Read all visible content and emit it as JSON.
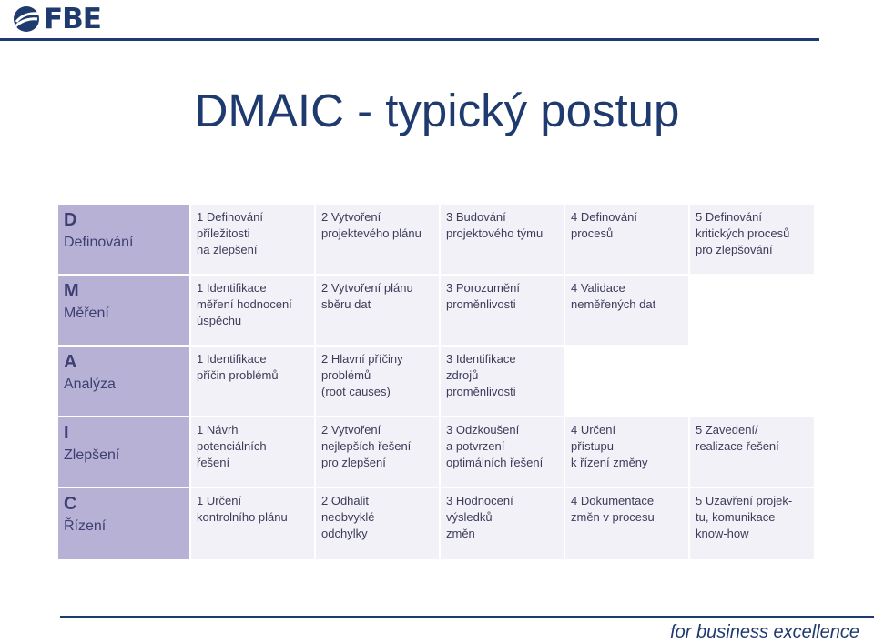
{
  "header": {
    "logo_text": "FBE",
    "logo_icon": "fbe-globe-icon"
  },
  "slide": {
    "title": "DMAIC - typický postup"
  },
  "table": {
    "rows": [
      {
        "letter": "D",
        "name": "Definování",
        "steps": [
          "1 Definování\npříležitosti\nna zlepšení",
          "2 Vytvoření\nprojektevého plánu",
          "3 Budování\nprojektového týmu",
          "4 Definování\nprocesů",
          "5 Definování\nkritických procesů\npro zlepšování"
        ]
      },
      {
        "letter": "M",
        "name": "Měření",
        "steps": [
          "1 Identifikace\nměření hodnocení\núspěchu",
          "2 Vytvoření plánu\nsběru dat",
          "3 Porozumění\nproměnlivosti",
          "4 Validace\nneměřených dat",
          ""
        ]
      },
      {
        "letter": "A",
        "name": "Analýza",
        "steps": [
          "1 Identifikace\npříčin problémů",
          "2 Hlavní příčiny\nproblémů\n(root causes)",
          "3 Identifikace\nzdrojů\nproměnlivosti",
          "",
          ""
        ]
      },
      {
        "letter": "I",
        "name": "Zlepšení",
        "steps": [
          "1 Návrh\npotenciálních\nřešení",
          "2 Vytvoření\nnejlepších řešení\npro zlepšení",
          "3 Odzkoušení\na potvrzení\noptimálních řešení",
          "4 Určení\npřístupu\nk řízení změny",
          "5 Zavedení/\nrealizace řešení"
        ]
      },
      {
        "letter": "C",
        "name": "Řízení",
        "steps": [
          "1 Určení\nkontrolního plánu",
          "2 Odhalit\nneobvyklé\nodchylky",
          "3 Hodnocení\nvýsledků\nzměn",
          "4 Dokumentace\nzměn v procesu",
          "5 Uzavření projek-\ntu, komunikace\nknow-how"
        ]
      }
    ]
  },
  "footer": {
    "tagline": "for business excellence"
  },
  "colors": {
    "brand": "#1f3a6e",
    "phase_bg": "#b7b1d5",
    "step_bg": "#f2f1f7"
  }
}
